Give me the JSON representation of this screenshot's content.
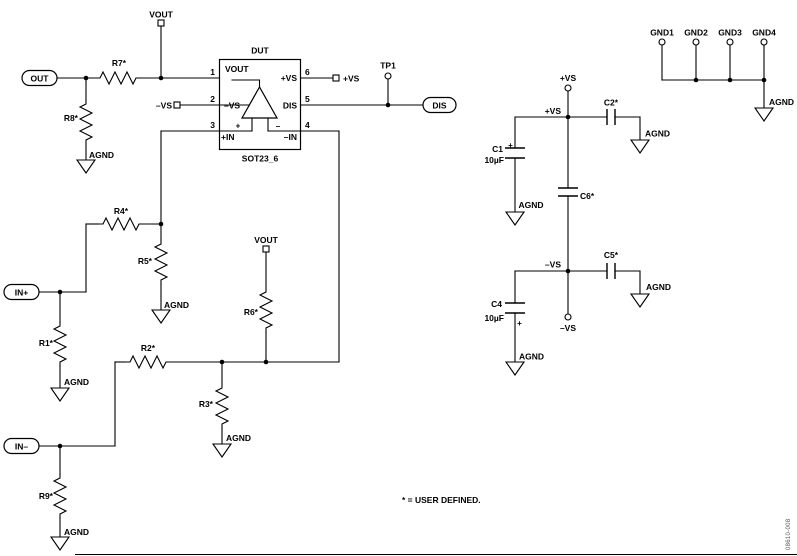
{
  "note": "* = USER DEFINED.",
  "fig_code": "08610-008",
  "connectors": {
    "out": "OUT",
    "in_plus": "IN+",
    "in_minus": "IN–",
    "dis": "DIS"
  },
  "power": {
    "pos_vs": "+VS",
    "neg_vs": "–VS",
    "vout": "VOUT",
    "tp1": "TP1",
    "agnd": "AGND",
    "gnd1": "GND1",
    "gnd2": "GND2",
    "gnd3": "GND3",
    "gnd4": "GND4"
  },
  "dut": {
    "title": "DUT",
    "package": "SOT23_6",
    "pin1": "1",
    "pin2": "2",
    "pin3": "3",
    "pin4": "4",
    "pin5": "5",
    "pin6": "6",
    "vout": "VOUT",
    "neg_vs": "–VS",
    "pos_vs": "+VS",
    "dis": "DIS",
    "pos_in": "+IN",
    "neg_in": "–IN",
    "plus": "+",
    "minus": "–"
  },
  "resistors": {
    "r1": "R1*",
    "r2": "R2*",
    "r3": "R3*",
    "r4": "R4*",
    "r5": "R5*",
    "r6": "R6*",
    "r7": "R7*",
    "r8": "R8*",
    "r9": "R9*"
  },
  "capacitors": {
    "c1": "C1",
    "c1_value": "10µF",
    "c2": "C2*",
    "c4": "C4",
    "c4_value": "10µF",
    "c5": "C5*",
    "c6": "C6*",
    "polarity_plus": "+"
  }
}
